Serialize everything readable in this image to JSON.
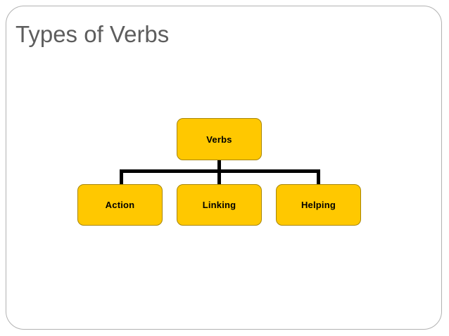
{
  "slide": {
    "title": "Types of Verbs",
    "background_color": "#ffffff",
    "title_color": "#5d5d5d",
    "frame_color": "#b2b2b2"
  },
  "diagram": {
    "type": "org-chart",
    "node_fill_color": "#FFC800",
    "node_border_color": "#a88606",
    "node_text_color": "#000000",
    "connector_color": "#000000",
    "root": {
      "label": "Verbs"
    },
    "children": [
      {
        "label": "Action"
      },
      {
        "label": "Linking"
      },
      {
        "label": "Helping"
      }
    ]
  }
}
